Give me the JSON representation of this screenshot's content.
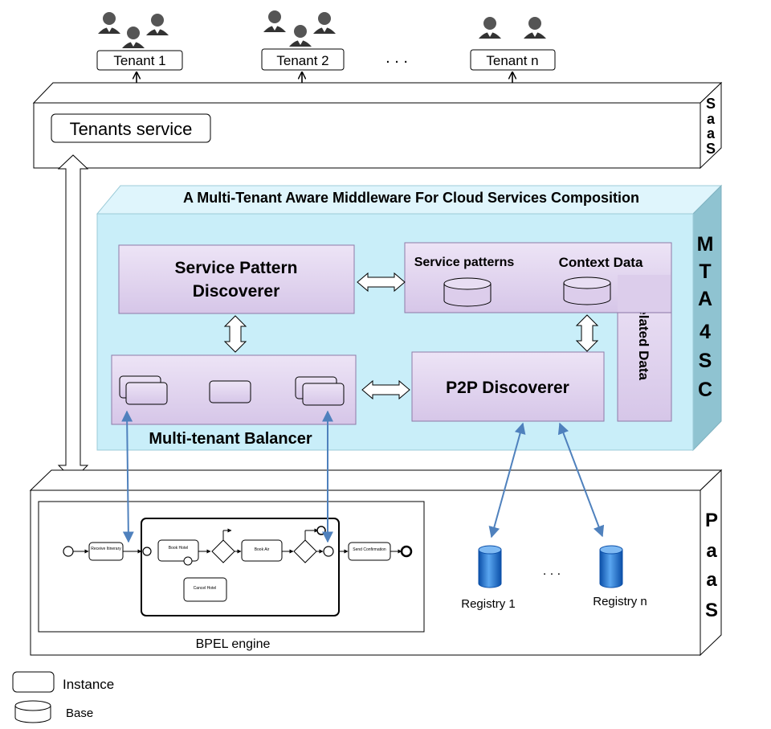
{
  "tenants": [
    {
      "label": "Tenant 1"
    },
    {
      "label": "Tenant 2"
    },
    {
      "label": "Tenant n"
    }
  ],
  "tenants_ellipsis": ". . .",
  "saas": {
    "side_label": [
      "S",
      "a",
      "a",
      "S"
    ],
    "tenants_service": "Tenants service"
  },
  "mta4sc": {
    "title": "A Multi-Tenant Aware Middleware For Cloud Services Composition",
    "side_label": [
      "M",
      "T",
      "A",
      "4",
      "S",
      "C"
    ],
    "service_pattern_discoverer": [
      "Service Pattern",
      "Discoverer"
    ],
    "service_patterns": "Service patterns",
    "context_data": "Context Data",
    "related_data": "Related Data",
    "p2p_discoverer": "P2P Discoverer",
    "balancer": "Multi-tenant Balancer"
  },
  "paas": {
    "side_label": [
      "P",
      "a",
      "a",
      "S"
    ],
    "bpel_engine": "BPEL engine",
    "bpel_nodes": [
      "Receive Itinerary",
      "Book Hotel",
      "Book Air",
      "Cancel Hotel",
      "Send Confirmation"
    ],
    "registries": [
      "Registry 1",
      "Registry n"
    ],
    "registries_ellipsis": ". . ."
  },
  "legend": {
    "instance": "Instance",
    "base": "Base"
  },
  "colors": {
    "mta_front": "#c9eef9",
    "mta_top": "#dff5fc",
    "mta_side": "#8fc3d1",
    "purple_box": "#e2d6ef",
    "purple_border": "#8e7aa8",
    "arrow_blue": "#4f81bd",
    "registry_blue": "#1a6fd1"
  }
}
